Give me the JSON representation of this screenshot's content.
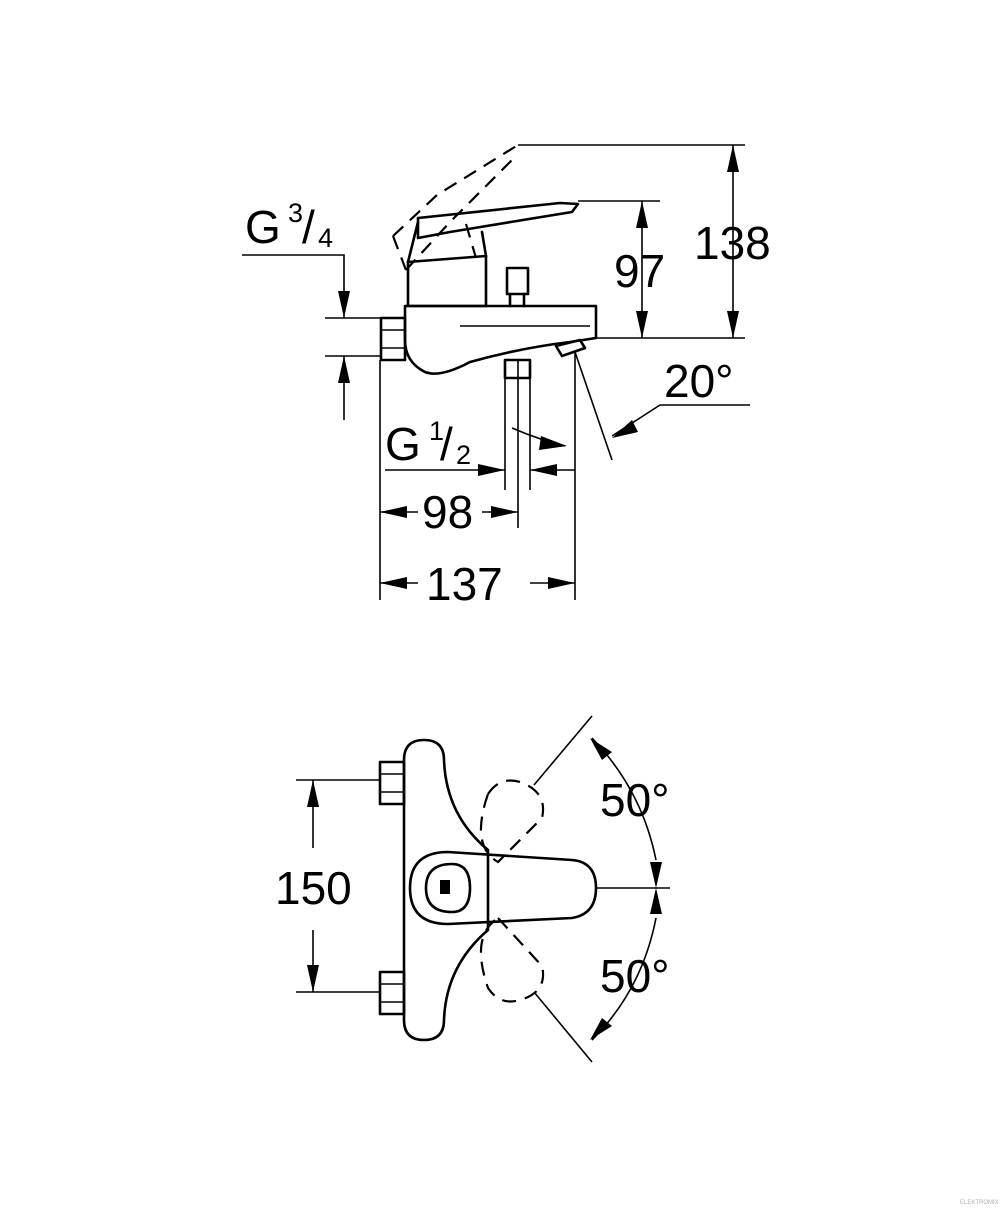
{
  "side_view": {
    "inlet_thread": {
      "prefix": "G",
      "num": "3",
      "den": "4"
    },
    "outlet_thread": {
      "prefix": "G",
      "num": "1",
      "den": "2"
    },
    "height_lever_tip": "138",
    "height_lever": "97",
    "spout_angle": "20°",
    "depth_outlet": "98",
    "depth_total": "137"
  },
  "front_view": {
    "connection_spacing": "150",
    "rotation_left": "50°",
    "rotation_right": "50°"
  },
  "watermark": "ELEKTROMIX"
}
